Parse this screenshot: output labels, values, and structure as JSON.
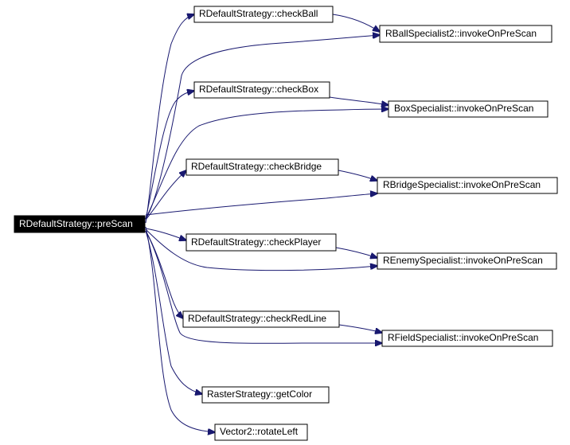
{
  "diagram": {
    "colors": {
      "edge": "#191970",
      "node_border": "#000000",
      "root_fill": "#000000",
      "root_text": "#ffffff",
      "node_fill": "#ffffff"
    },
    "nodes": {
      "prescan": "RDefaultStrategy::preScan",
      "check_ball": "RDefaultStrategy::checkBall",
      "check_box": "RDefaultStrategy::checkBox",
      "check_bridge": "RDefaultStrategy::checkBridge",
      "check_player": "RDefaultStrategy::checkPlayer",
      "check_redline": "RDefaultStrategy::checkRedLine",
      "ball_specialist": "RBallSpecialist2::invokeOnPreScan",
      "box_specialist": "BoxSpecialist::invokeOnPreScan",
      "bridge_specialist": "RBridgeSpecialist::invokeOnPreScan",
      "enemy_specialist": "REnemySpecialist::invokeOnPreScan",
      "field_specialist": "RFieldSpecialist::invokeOnPreScan",
      "get_color": "RasterStrategy::getColor",
      "rotate_left": "Vector2::rotateLeft"
    }
  }
}
